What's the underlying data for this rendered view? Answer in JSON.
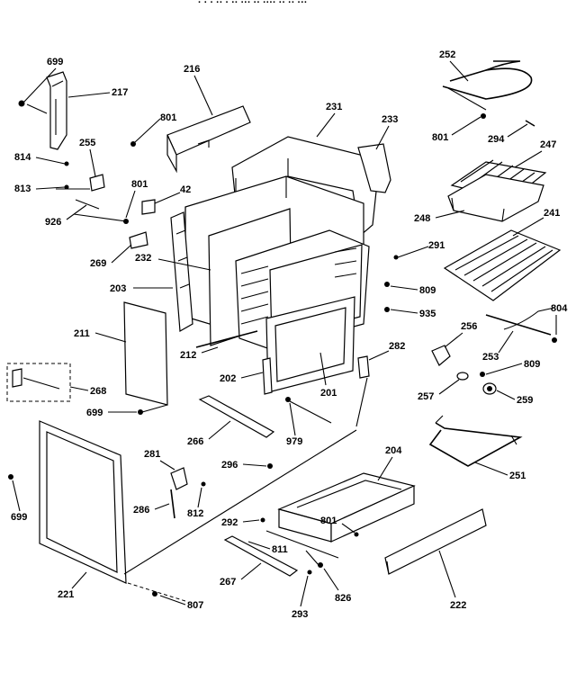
{
  "header": {
    "fragment": "· ·  · ·· ·  ·· ··· ··      ···· ·· ··   ···"
  },
  "labels": {
    "p699a": "699",
    "p217": "217",
    "p216": "216",
    "p801a": "801",
    "p231": "231",
    "p233": "233",
    "p252": "252",
    "p801b": "801",
    "p294": "294",
    "p247": "247",
    "p814": "814",
    "p255": "255",
    "p813": "813",
    "p926": "926",
    "p801c": "801",
    "p42": "42",
    "p248": "248",
    "p241": "241",
    "p269": "269",
    "p232": "232",
    "p291": "291",
    "p203": "203",
    "p809a": "809",
    "p935": "935",
    "p804": "804",
    "p211": "211",
    "p256": "256",
    "p253": "253",
    "p212": "212",
    "p282": "282",
    "p809b": "809",
    "p202": "202",
    "p268": "268",
    "p201": "201",
    "p257": "257",
    "p259": "259",
    "p699b": "699",
    "p266": "266",
    "p979": "979",
    "p204": "204",
    "p251": "251",
    "p281": "281",
    "p296": "296",
    "p812": "812",
    "p286": "286",
    "p292": "292",
    "p801d": "801",
    "p699c": "699",
    "p811": "811",
    "p267": "267",
    "p826": "826",
    "p221": "221",
    "p807": "807",
    "p293": "293",
    "p222": "222"
  }
}
